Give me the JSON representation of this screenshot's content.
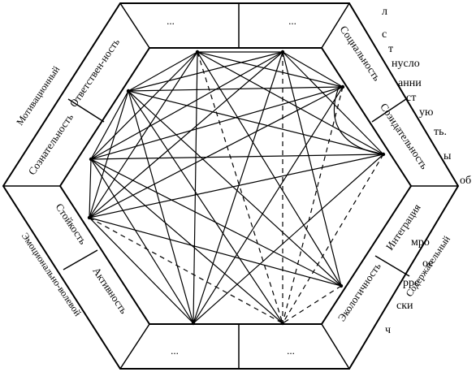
{
  "diagram": {
    "type": "hexagonal-relationship-diagram",
    "line_color": "#000000",
    "background": "#ffffff",
    "categories": {
      "left_upper": "Мотивационный",
      "left_lower": "Эмоционально-волевой",
      "right_lower": "Содержательный"
    },
    "sections": {
      "top_left": "...",
      "top_right": "...",
      "left_upper_outer": "Ответствен-ность",
      "left_upper_inner": "Сознательность",
      "left_lower_outer": "Стойкость",
      "left_lower_inner": "Активность",
      "right_upper_outer": "Социальность",
      "right_upper_inner": "Созидательность",
      "right_lower_outer": "Интеграция",
      "right_lower_inner": "Экологичность",
      "bottom_left": "...",
      "bottom_right": "..."
    },
    "side_fragments": [
      "л",
      "с",
      "т",
      "нусло",
      "анни",
      "ст",
      "ую",
      "ть.",
      "ы",
      "об",
      "мро",
      "ое",
      "ррс",
      "ски",
      "ч"
    ]
  }
}
